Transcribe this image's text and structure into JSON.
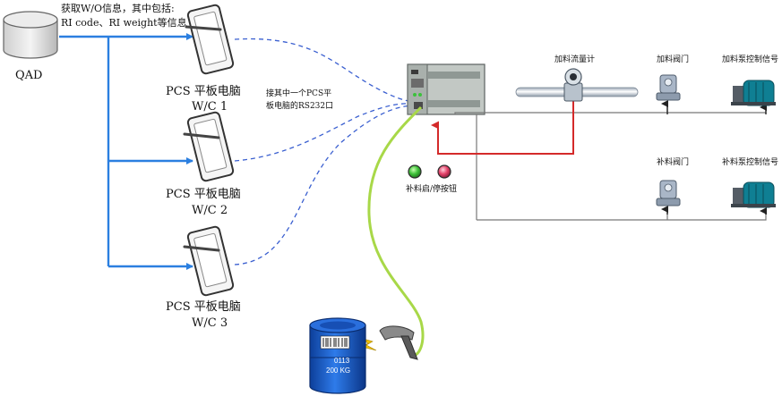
{
  "qad": {
    "label": "QAD"
  },
  "info": {
    "line1": "获取W/O信息，其中包括:",
    "line2": "RI code、RI weight等信息"
  },
  "tablets": [
    {
      "name": "PCS 平板电脑",
      "code": "W/C 1"
    },
    {
      "name": "PCS 平板电脑",
      "code": "W/C 2"
    },
    {
      "name": "PCS 平板电脑",
      "code": "W/C 3"
    }
  ],
  "connection_note": {
    "line1": "接其中一个PCS平",
    "line2": "板电脑的RS232口"
  },
  "devices": {
    "flow_meter": "加料流量计",
    "feed_valve": "加料阀门",
    "feed_pump_signal": "加料泵控制信号",
    "make_valve": "补料阀门",
    "make_pump_signal": "补料泵控制信号",
    "start_stop_buttons": "补料启/停按钮"
  },
  "drum": {
    "code": "0113",
    "weight": "200 KG"
  },
  "colors": {
    "blue_line": "#2b7fe0",
    "dashed_link": "#3a5fd0",
    "red_line": "#d42a2a",
    "green_cable": "#a8d848",
    "gray_line": "#777777",
    "drum_blue": "#1556c8"
  }
}
